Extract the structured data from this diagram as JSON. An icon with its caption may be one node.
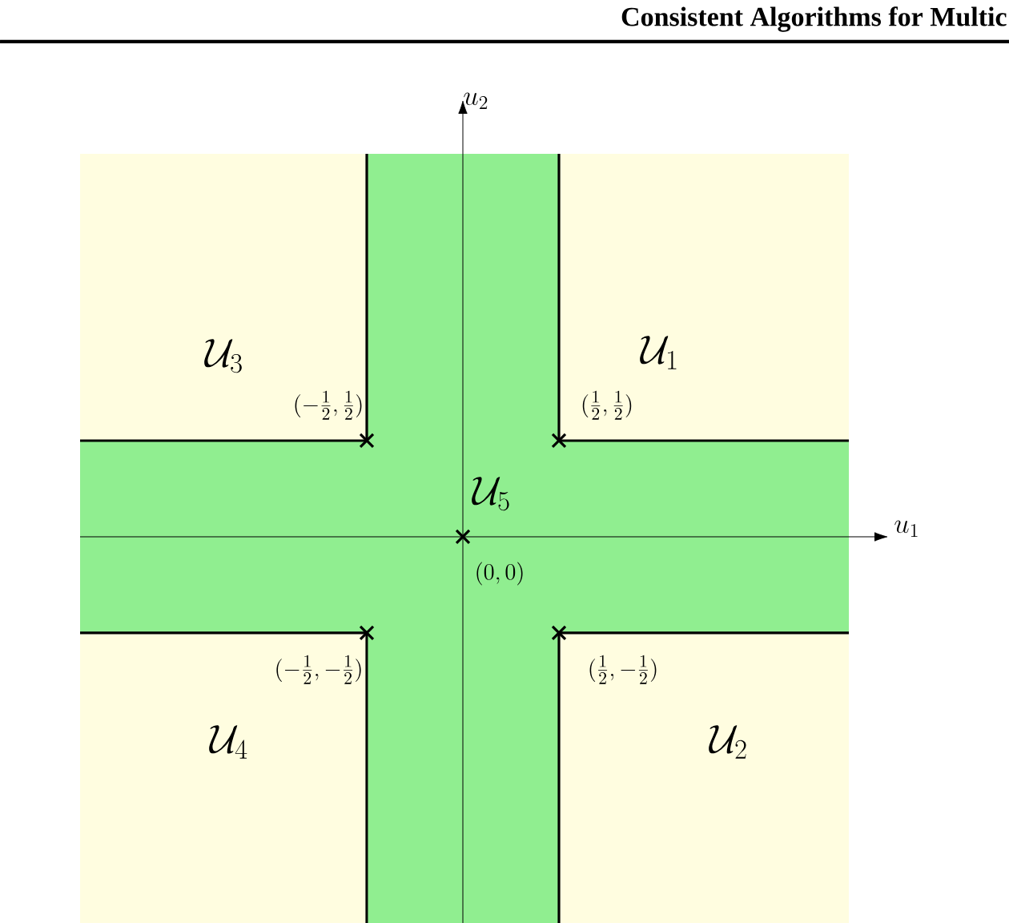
{
  "diagram": {
    "labels": [
      "Consistent Algorithms for Multic",
      "u_2",
      "\\mathcal{U}_3",
      "\\mathcal{U}_1",
      "(-\\frac{1}{2},\\frac{1}{2})",
      "(\\frac{1}{2},\\frac{1}{2})",
      "\\mathcal{U}_5",
      "u_1",
      "(0,0)",
      "(-\\frac{1}{2},-\\frac{1}{2})",
      "(\\frac{1}{2},-\\frac{1}{2})",
      "\\mathcal{U}_4",
      "\\mathcal{U}_2"
    ]
  }
}
